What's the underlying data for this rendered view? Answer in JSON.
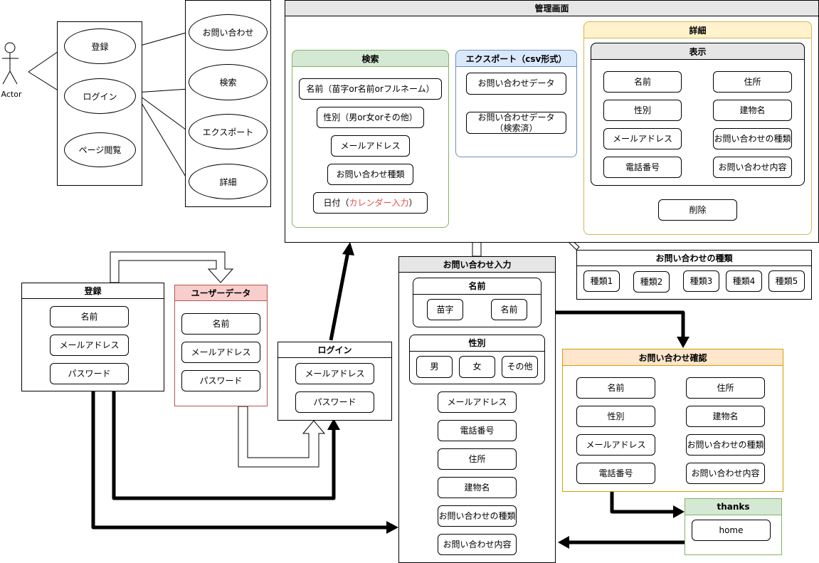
{
  "actor": {
    "label": "Actor"
  },
  "usecases": {
    "left": [
      "登録",
      "ログイン",
      "ページ閲覧"
    ],
    "right": [
      "お問い合わせ",
      "検索",
      "エクスポート",
      "詳細"
    ]
  },
  "admin": {
    "title": "管理画面",
    "search": {
      "title": "検索",
      "items": [
        "名前（苗字or名前orフルネーム）",
        "性別（男or女orその他）",
        "メールアドレス",
        "お問い合わせ種類"
      ],
      "date_prefix": "日付（",
      "date_highlight": "カレンダー入力",
      "date_suffix": "）"
    },
    "export": {
      "title": "エクスポート（csv形式）",
      "items": [
        "お問い合わせデータ",
        "お問い合わせデータ\n（検索済）"
      ]
    },
    "detail": {
      "title": "詳細",
      "display": {
        "title": "表示",
        "left": [
          "名前",
          "性別",
          "メールアドレス",
          "電話番号"
        ],
        "right": [
          "住所",
          "建物名",
          "お問い合わせの種類",
          "お問い合わせ内容"
        ]
      },
      "delete": "削除"
    }
  },
  "types": {
    "title": "お問い合わせの種類",
    "items": [
      "種類1",
      "種類2",
      "種類3",
      "種類4",
      "種類5"
    ]
  },
  "register": {
    "title": "登録",
    "items": [
      "名前",
      "メールアドレス",
      "パスワード"
    ]
  },
  "userdata": {
    "title": "ユーザーデータ",
    "items": [
      "名前",
      "メールアドレス",
      "パスワード"
    ]
  },
  "login": {
    "title": "ログイン",
    "items": [
      "メールアドレス",
      "パスワード"
    ]
  },
  "inquiry": {
    "title": "お問い合わせ入力",
    "name": {
      "title": "名前",
      "items": [
        "苗字",
        "名前"
      ]
    },
    "gender": {
      "title": "性別",
      "items": [
        "男",
        "女",
        "その他"
      ]
    },
    "items": [
      "メールアドレス",
      "電話番号",
      "住所",
      "建物名",
      "お問い合わせの種類",
      "お問い合わせ内容"
    ]
  },
  "confirm": {
    "title": "お問い合わせ確認",
    "left": [
      "名前",
      "性別",
      "メールアドレス",
      "電話番号"
    ],
    "right": [
      "住所",
      "建物名",
      "お問い合わせの種類",
      "お問い合わせ内容"
    ]
  },
  "thanks": {
    "title": "thanks",
    "button": "home"
  },
  "colors": {
    "search_header": "#d5e8d4",
    "search_border": "#82b366",
    "export_header": "#dae8fc",
    "export_border": "#6c8ebf",
    "detail_header": "#fff2cc",
    "detail_border": "#d6b656",
    "userdata_header": "#f8cecc",
    "userdata_border": "#b85450",
    "confirm_header": "#ffe6cc",
    "confirm_border": "#d79b00",
    "gray_header": "#e6e6e6",
    "highlight": "#e94c4c"
  }
}
